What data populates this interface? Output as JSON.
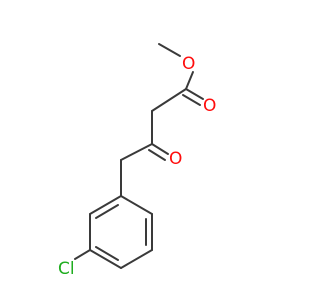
{
  "molecule": {
    "atoms": {
      "ester_oxygen": "O",
      "carbonyl_oxygen_ester": "O",
      "ketone_oxygen": "O",
      "chlorine": "Cl"
    },
    "colors": {
      "bond": "#3a3a3a",
      "oxygen": "#ff0d0d",
      "chlorine": "#1fad1f"
    }
  }
}
